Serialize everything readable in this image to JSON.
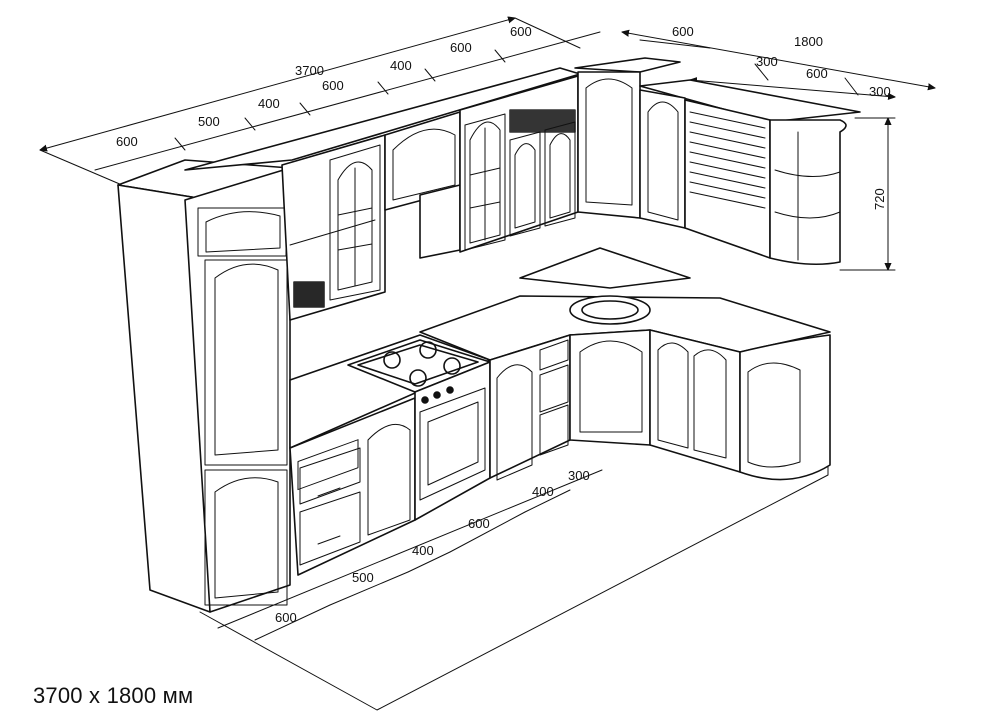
{
  "caption": "3700 х 1800 мм",
  "dimensions": {
    "upper_back_total": "3700",
    "upper_back_segments": [
      "600",
      "500",
      "400",
      "600",
      "400",
      "600",
      "600"
    ],
    "upper_right_total": "1800",
    "upper_right_first": "600",
    "upper_right_segments": [
      "300",
      "600",
      "300"
    ],
    "height_upper": "720",
    "floor_segments": [
      "600",
      "500",
      "400",
      "600",
      "400",
      "300"
    ]
  }
}
